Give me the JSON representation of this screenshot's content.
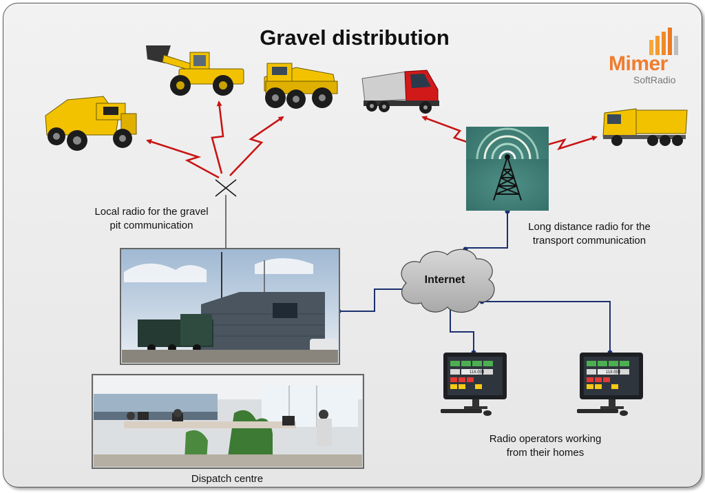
{
  "title": "Gravel distribution",
  "logo": {
    "word": "Mimer",
    "sub": "SoftRadio",
    "color": "#ef7d2f"
  },
  "labels": {
    "local_radio": [
      "Local radio for the gravel",
      "pit communication"
    ],
    "long_distance": [
      "Long distance radio for the",
      "transport communication"
    ],
    "internet": "Internet",
    "dispatch": "Dispatch centre",
    "operators": [
      "Radio operators working",
      "from their homes"
    ]
  },
  "operator_screen": {
    "readout": "118.000"
  },
  "colors": {
    "radio_link": "#c81414",
    "network_link": "#1a2f6e",
    "tower_bg": "#3f7f76",
    "truck_yellow": "#f2c200",
    "truck_red": "#d11919"
  },
  "icons": [
    "articulated-dump-truck-icon",
    "wheel-loader-icon",
    "mining-dump-truck-icon",
    "red-tipper-truck-icon",
    "yellow-tipper-truck-icon",
    "local-antenna-icon",
    "radio-tower-icon",
    "internet-cloud-icon",
    "dispatch-building-photo",
    "dispatch-office-photo",
    "operator-computer-icon"
  ]
}
